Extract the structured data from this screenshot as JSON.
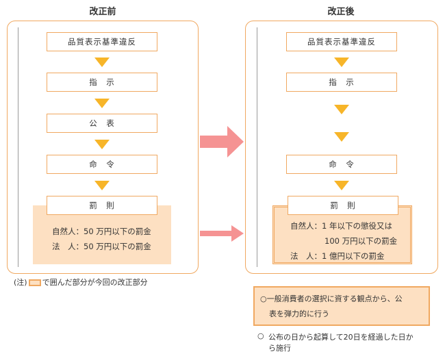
{
  "before": {
    "title": "改正前",
    "steps": [
      "品質表示基準違反",
      "指　示",
      "公　表",
      "命　令",
      "罰　則"
    ],
    "penalties": [
      "自然人：50 万円以下の罰金",
      "法　人：50 万円以下の罰金"
    ]
  },
  "note": {
    "prefix": "(注)",
    "suffix": "で囲んだ部分が今回の改正部分"
  },
  "after": {
    "title": "改正後",
    "steps": [
      "品質表示基準違反",
      "指　示",
      "命　令",
      "罰　則"
    ],
    "penalty_line1": "自然人：1 年以下の懲役又は",
    "penalty_line2": "100 万円以下の罰金",
    "penalty_line3": "法　人：1 億円以下の罰金",
    "info_line1": "○一般消費者の選択に資する観点から、公",
    "info_line2": "表を弾力的に行う",
    "footnote_bullet": "○",
    "footnote_line1": "公布の日から起算して20日を経過した日か",
    "footnote_line2": "ら施行"
  },
  "colors": {
    "accent_orange": "#f0a860",
    "arrow_yellow": "#f7b529",
    "arrow_pink": "#f59393",
    "highlight": "#fde0c2"
  }
}
